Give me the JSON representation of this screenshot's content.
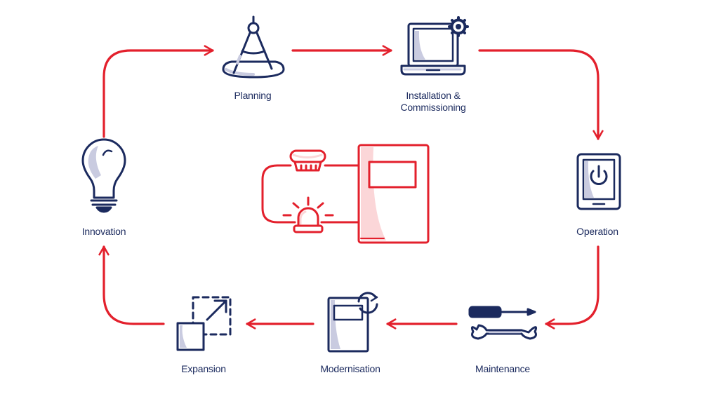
{
  "stages": {
    "planning": {
      "label": "Planning",
      "icon": "compass-icon"
    },
    "installation": {
      "label": "Installation &\nCommissioning",
      "icon": "laptop-gear-icon"
    },
    "operation": {
      "label": "Operation",
      "icon": "tablet-power-icon"
    },
    "maintenance": {
      "label": "Maintenance",
      "icon": "wrench-screwdriver-icon"
    },
    "modernisation": {
      "label": "Modernisation",
      "icon": "panel-refresh-icon"
    },
    "expansion": {
      "label": "Expansion",
      "icon": "expand-arrow-icon"
    },
    "innovation": {
      "label": "Innovation",
      "icon": "light-bulb-icon"
    }
  },
  "center": {
    "icon": "fire-alarm-system-icon"
  },
  "colors": {
    "arrow": "#e3202c",
    "navy": "#1b2a5e",
    "shade": "#c9cbe0",
    "center_red": "#e3202c",
    "center_fill": "#fbd6d8"
  }
}
